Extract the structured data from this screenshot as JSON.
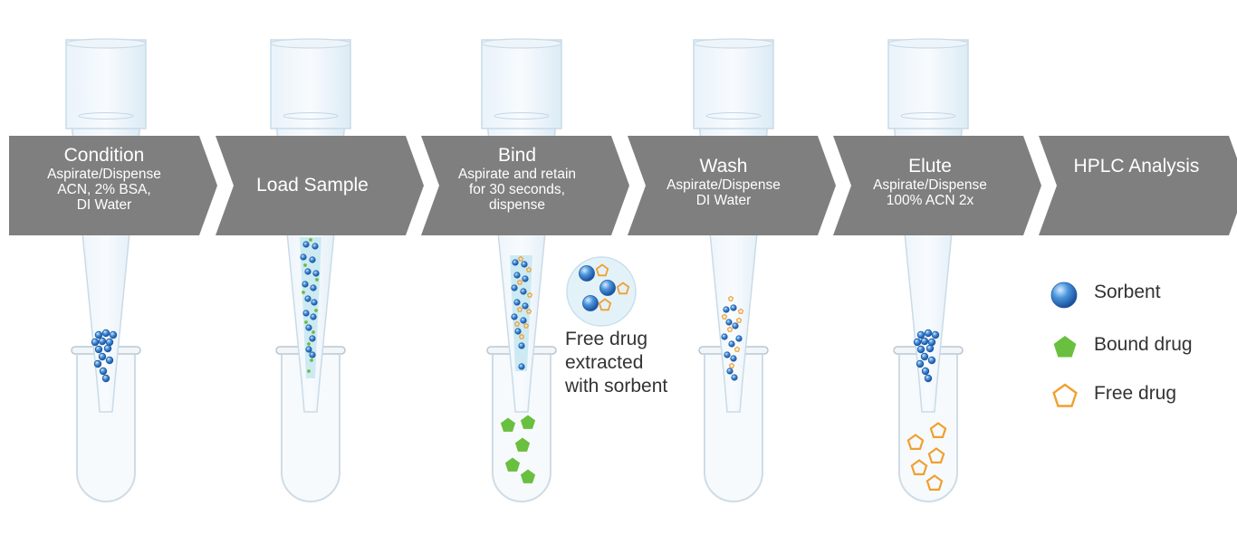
{
  "steps": [
    {
      "title": "Condition",
      "subtitle": "Aspirate/Dispense\nACN, 2% BSA,\nDI Water"
    },
    {
      "title": "Load Sample",
      "subtitle": ""
    },
    {
      "title": "Bind",
      "subtitle": "Aspirate and retain\nfor 30 seconds,\ndispense"
    },
    {
      "title": "Wash",
      "subtitle": "Aspirate/Dispense\nDI Water"
    },
    {
      "title": "Elute",
      "subtitle": "Aspirate/Dispense\n100% ACN 2x"
    },
    {
      "title": "HPLC Analysis",
      "subtitle": ""
    }
  ],
  "callout": "Free drug\nextracted\nwith sorbent",
  "legend": [
    {
      "label": "Sorbent",
      "icon": "sorbent-bead-icon"
    },
    {
      "label": "Bound drug",
      "icon": "bound-drug-pentagon-icon"
    },
    {
      "label": "Free drug",
      "icon": "free-drug-pentagon-icon"
    }
  ],
  "colors": {
    "banner": "#7f7f7f",
    "sorbent": "#2f78c4",
    "bound_drug": "#69bf3e",
    "free_drug": "#f0a030",
    "tube_fill": "#e6f1f8",
    "sample_liquid": "#c8e8f2"
  }
}
